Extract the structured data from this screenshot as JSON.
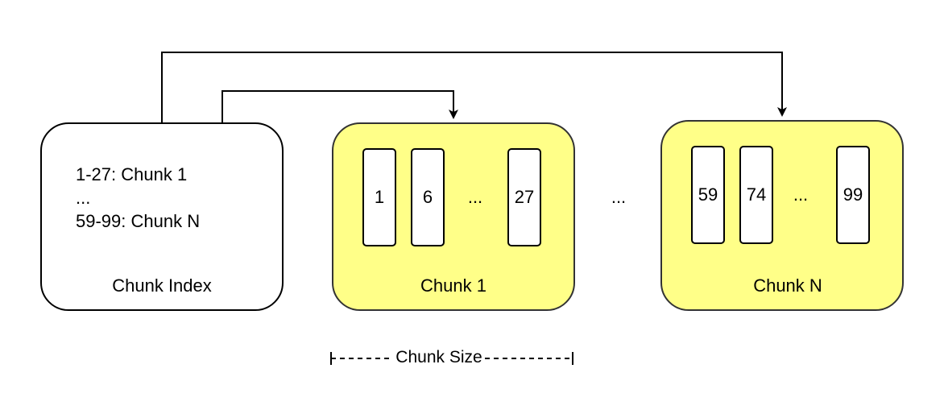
{
  "index_box": {
    "lines": [
      "1-27: Chunk 1",
      "...",
      "59-99: Chunk N"
    ],
    "label": "Chunk Index"
  },
  "chunks": [
    {
      "label": "Chunk 1",
      "cells": [
        "1",
        "6",
        "...",
        "27"
      ]
    },
    {
      "label": "Chunk N",
      "cells": [
        "59",
        "74",
        "...",
        "99"
      ]
    }
  ],
  "between_chunks": "...",
  "chunk_size_label": "Chunk Size",
  "colors": {
    "chunk_fill": "#ffff88",
    "stroke": "#000000"
  }
}
